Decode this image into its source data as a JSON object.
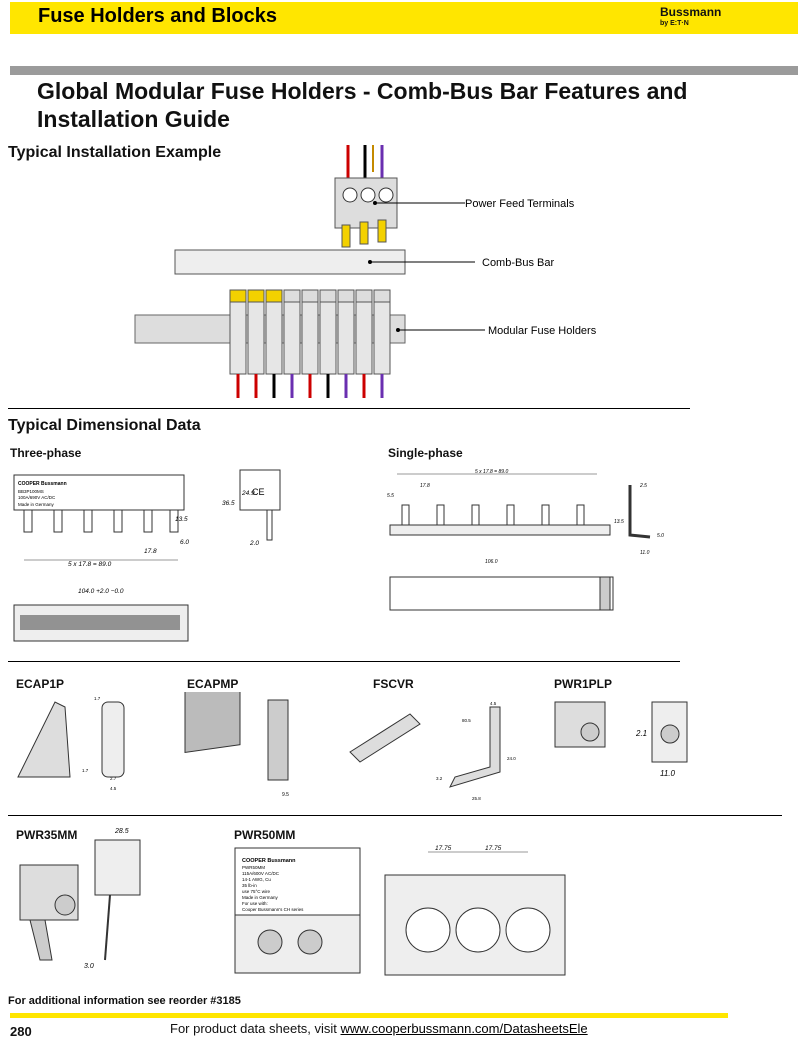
{
  "header": {
    "title": "Fuse Holders and Blocks",
    "brand": "Bussmann",
    "brand_sub": "by E:T·N"
  },
  "page_title": "Global Modular Fuse Holders - Comb-Bus Bar Features and Installation Guide",
  "installation": {
    "heading": "Typical Installation Example",
    "callouts": [
      "Power Feed Terminals",
      "Comb-Bus Bar",
      "Modular Fuse Holders"
    ]
  },
  "dimensional": {
    "heading": "Typical Dimensional Data",
    "three_phase": {
      "label": "Three-phase",
      "dims": [
        "13.5",
        "6.0",
        "17.8",
        "5 x 17.8 = 89.0",
        "24.9",
        "36.5",
        "2.0",
        "104.0 +2.0 −0.0"
      ],
      "label_text": [
        "COOPER Bussmann",
        "BB3P100MS",
        "100A/690V AC/DC",
        "Made in Germany"
      ]
    },
    "single_phase": {
      "label": "Single-phase",
      "dims": [
        "5 x 17.8 = 89.0",
        "17.8",
        "5.5",
        "2.5",
        "13.5",
        "5.0",
        "11.0",
        "106.0"
      ]
    }
  },
  "accessories": [
    {
      "name": "ECAP1P",
      "dims": [
        "1.7",
        "2.7",
        "4.5",
        "1.7"
      ]
    },
    {
      "name": "ECAPMP",
      "dims": [
        "9.5"
      ]
    },
    {
      "name": "FSCVR",
      "dims": [
        "80.5",
        "4.5",
        "24.0",
        "3.2",
        "25.8"
      ]
    },
    {
      "name": "PWR1PLP",
      "dims": [
        "2.1",
        "11.0"
      ]
    },
    {
      "name": "PWR35MM",
      "dims": [
        "28.5",
        "3.0"
      ]
    },
    {
      "name": "PWR50MM",
      "dims": [
        "17.75",
        "17.75"
      ],
      "label_text": [
        "COOPER Bussmann",
        "PWR50MM",
        "115A/600V AC/DC",
        "14-1 AWG, Cu",
        "35 lb-in",
        "use 75°C wire",
        "Made in Germany",
        "For use with:",
        "Cooper Bussmann's CH series"
      ]
    }
  ],
  "reorder_note": "For additional information see reorder #3185",
  "footer": {
    "page_number": "280",
    "text_prefix": "For product data sheets, visit ",
    "link": "www.cooperbussmann.com/DatasheetsEle"
  }
}
